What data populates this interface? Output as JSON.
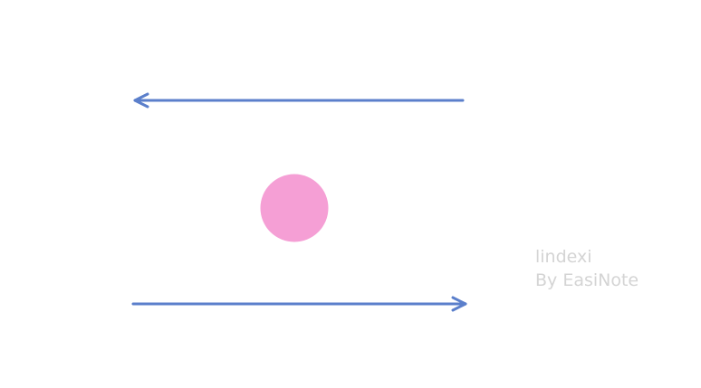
{
  "diagram": {
    "arrows": [
      {
        "name": "top-arrow",
        "direction": "left"
      },
      {
        "name": "bottom-arrow",
        "direction": "right"
      }
    ],
    "ball": {
      "name": "ball"
    }
  },
  "colors": {
    "arrow": "#5b7fcb",
    "ball": "#f59fd5",
    "watermark_text": "#d4d4d4",
    "background": "#ffffff"
  },
  "watermark": {
    "line1": "lindexi",
    "line2": "By EasiNote"
  }
}
